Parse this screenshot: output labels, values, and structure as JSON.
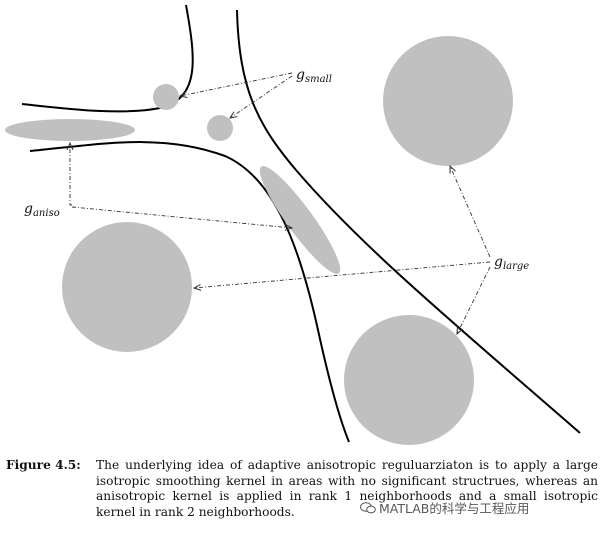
{
  "figure": {
    "labels": {
      "g_small": {
        "base": "g",
        "sub": "small"
      },
      "g_aniso": {
        "base": "g",
        "sub": "aniso"
      },
      "g_large": {
        "base": "g",
        "sub": "large"
      }
    },
    "colors": {
      "blob": "#c0c0c0",
      "line": "#000000",
      "arrow": "#333333"
    }
  },
  "caption": {
    "label": "Figure 4.5:",
    "text": "The underlying idea of adaptive anisotropic reguluarziaton is to apply a large isotropic smoothing kernel in areas with no significant structrues, whereas an anisotropic kernel is applied in rank 1 neighborhoods and a small isotropic kernel in rank 2 neighborhoods."
  },
  "watermark": {
    "text": "MATLAB的科学与工程应用",
    "icon": "wechat-logo-icon"
  }
}
